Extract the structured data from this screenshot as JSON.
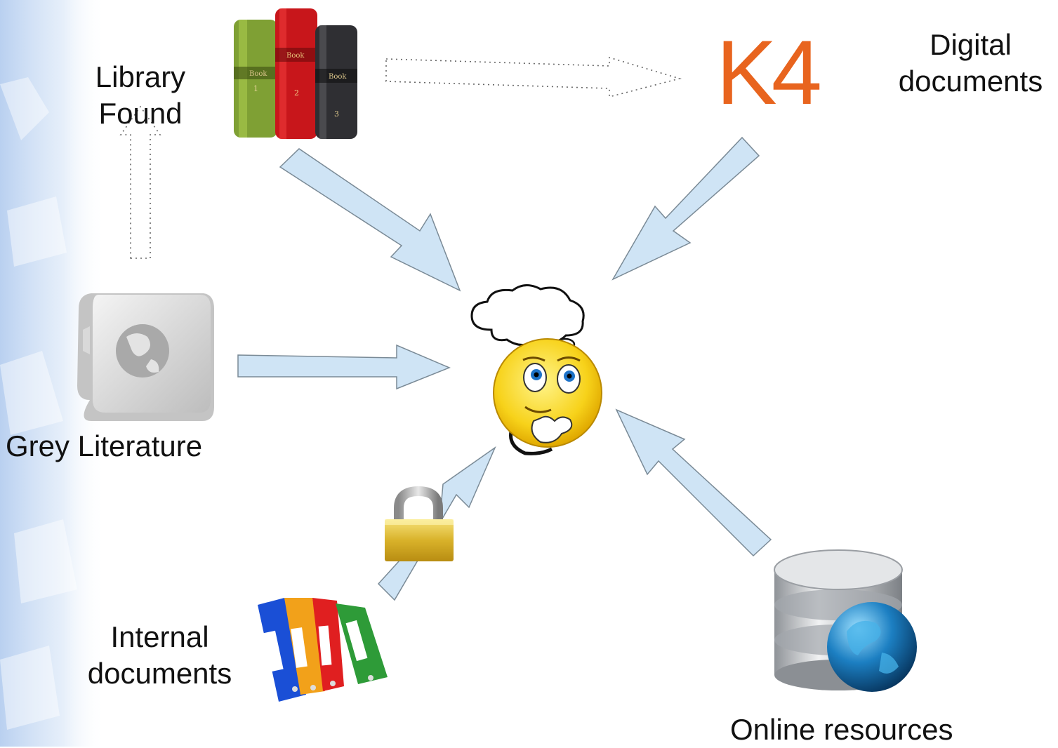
{
  "labels": {
    "library_found": [
      "Library",
      "Found"
    ],
    "digital_documents": [
      "Digital",
      "documents"
    ],
    "grey_literature": "Grey Literature",
    "internal_documents": [
      "Internal",
      "documents"
    ],
    "online_resources": "Online resources"
  },
  "logo_text": "K4",
  "book_spine_text": [
    "Book",
    "Book",
    "Book"
  ],
  "book_numbers": [
    "1",
    "2",
    "3"
  ],
  "colors": {
    "arrow_fill": "#cfe4f5",
    "arrow_stroke": "#7a8a96",
    "k4_orange": "#e8641e",
    "smiley_yellow": "#f7d21a",
    "background_blue": "#c9dcf4"
  },
  "icons": [
    "books-icon",
    "k4-logo",
    "grey-book-globe-icon",
    "thinking-smiley-icon",
    "padlock-icon",
    "binders-icon",
    "database-globe-icon"
  ]
}
